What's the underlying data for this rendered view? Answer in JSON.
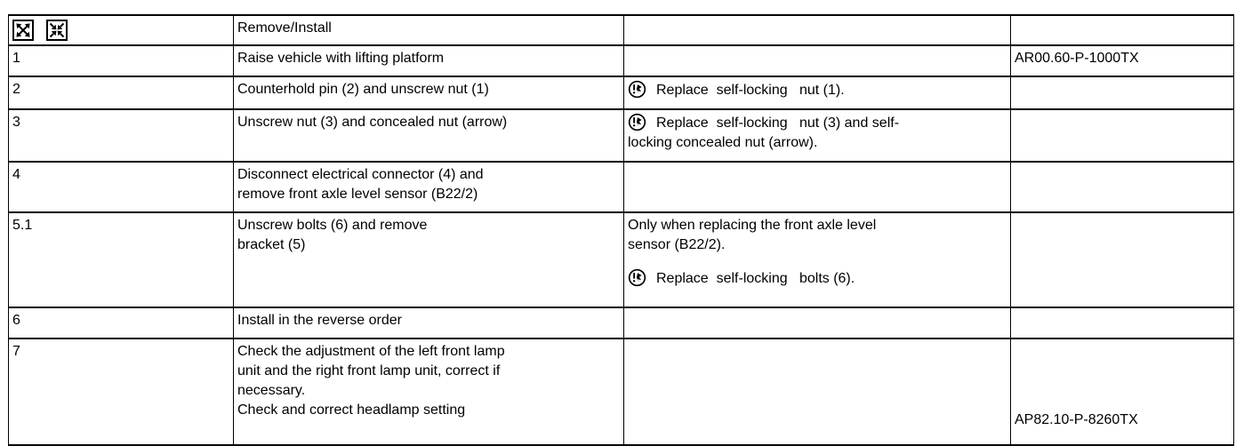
{
  "page": {
    "background": "#ffffff",
    "text_color": "#000000",
    "border_color": "#000000"
  },
  "header": {
    "icons": [
      {
        "name": "expand-all-icon"
      },
      {
        "name": "collapse-all-icon"
      }
    ],
    "title": "Remove/Install"
  },
  "note_icon": {
    "name": "replace-note-icon"
  },
  "rows": [
    {
      "step": "1",
      "instruction": "Raise vehicle with lifting platform",
      "reference": "AR00.60-P-1000TX"
    },
    {
      "step": "2",
      "instruction": "Counterhold pin (2) and unscrew nut (1)",
      "note_icon_text": "Replace  self-locking   nut (1)."
    },
    {
      "step": "3",
      "instruction": "Unscrew nut (3) and concealed nut (arrow)",
      "note_icon_text": "Replace  self-locking   nut (3) and self-\nlocking concealed nut (arrow)."
    },
    {
      "step": "4",
      "instruction": "Disconnect electrical connector (4) and\nremove front axle level sensor (B22/2)"
    },
    {
      "step": "5.1",
      "instruction": "Unscrew bolts (6) and remove\nbracket (5)",
      "note_plain": "Only when replacing the front axle level\nsensor (B22/2).",
      "note_icon_text": "Replace  self-locking   bolts (6)."
    },
    {
      "step": "6",
      "instruction": "Install in the reverse order"
    },
    {
      "step": "7",
      "instruction": "Check the adjustment of the left front lamp\nunit and the right front lamp unit, correct if\nnecessary.\nCheck and correct headlamp setting",
      "reference": "AP82.10-P-8260TX"
    }
  ]
}
